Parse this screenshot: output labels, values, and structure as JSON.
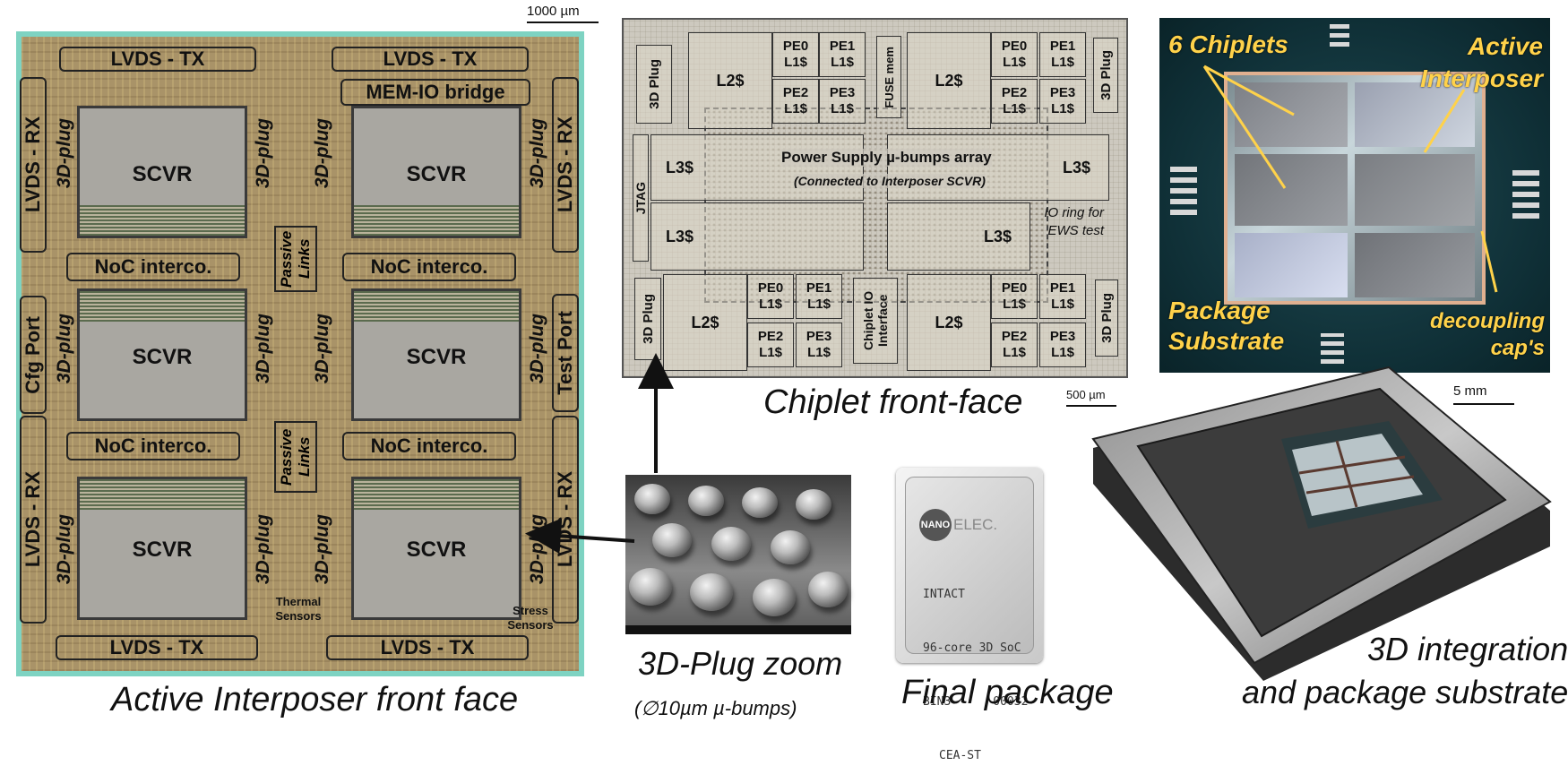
{
  "scale_bars": {
    "interposer": "1000 µm",
    "chiplet": "500 µm",
    "package_photo": "5 mm"
  },
  "interposer": {
    "caption": "Active Interposer front face",
    "lvds_tx": "LVDS - TX",
    "lvds_rx": "LVDS - RX",
    "mem_io": "MEM-IO bridge",
    "scvr": "SCVR",
    "plug": "3D-plug",
    "noc": "NoC interco.",
    "passive_links": "Passive Links",
    "cfg_port": "Cfg Port",
    "test_port": "Test Port",
    "thermal": "Thermal Sensors",
    "stress": "Stress Sensors"
  },
  "chiplet": {
    "caption": "Chiplet front-face",
    "plug": "3D Plug",
    "l2": "L2$",
    "l3": "L3$",
    "pe": [
      "PE0",
      "PE1",
      "PE2",
      "PE3"
    ],
    "l1": "L1$",
    "fuse": "FUSE mem",
    "jtag": "JTAG",
    "power_title": "Power Supply µ-bumps array",
    "power_sub": "(Connected to Interposer SCVR)",
    "io_ring": "IO ring for EWS test",
    "chiplet_io": "Chiplet IO Interface"
  },
  "package_photo": {
    "chiplets": "6 Chiplets",
    "active": "Active Interposer",
    "substrate": "Package Substrate",
    "decoupling": "decoupling cap's"
  },
  "plug_zoom": {
    "caption": "3D-Plug zoom",
    "sub": "(∅10µm µ-bumps)"
  },
  "final_package": {
    "caption": "Final package",
    "logo_badge": "NANO",
    "logo_text": "ELEC.",
    "lines": [
      "INTACT",
      "96-core 3D SoC",
      "BIN3      00032",
      "CEA-ST"
    ]
  },
  "integration": {
    "caption_line1": "3D integration",
    "caption_line2": "and package substrate"
  }
}
